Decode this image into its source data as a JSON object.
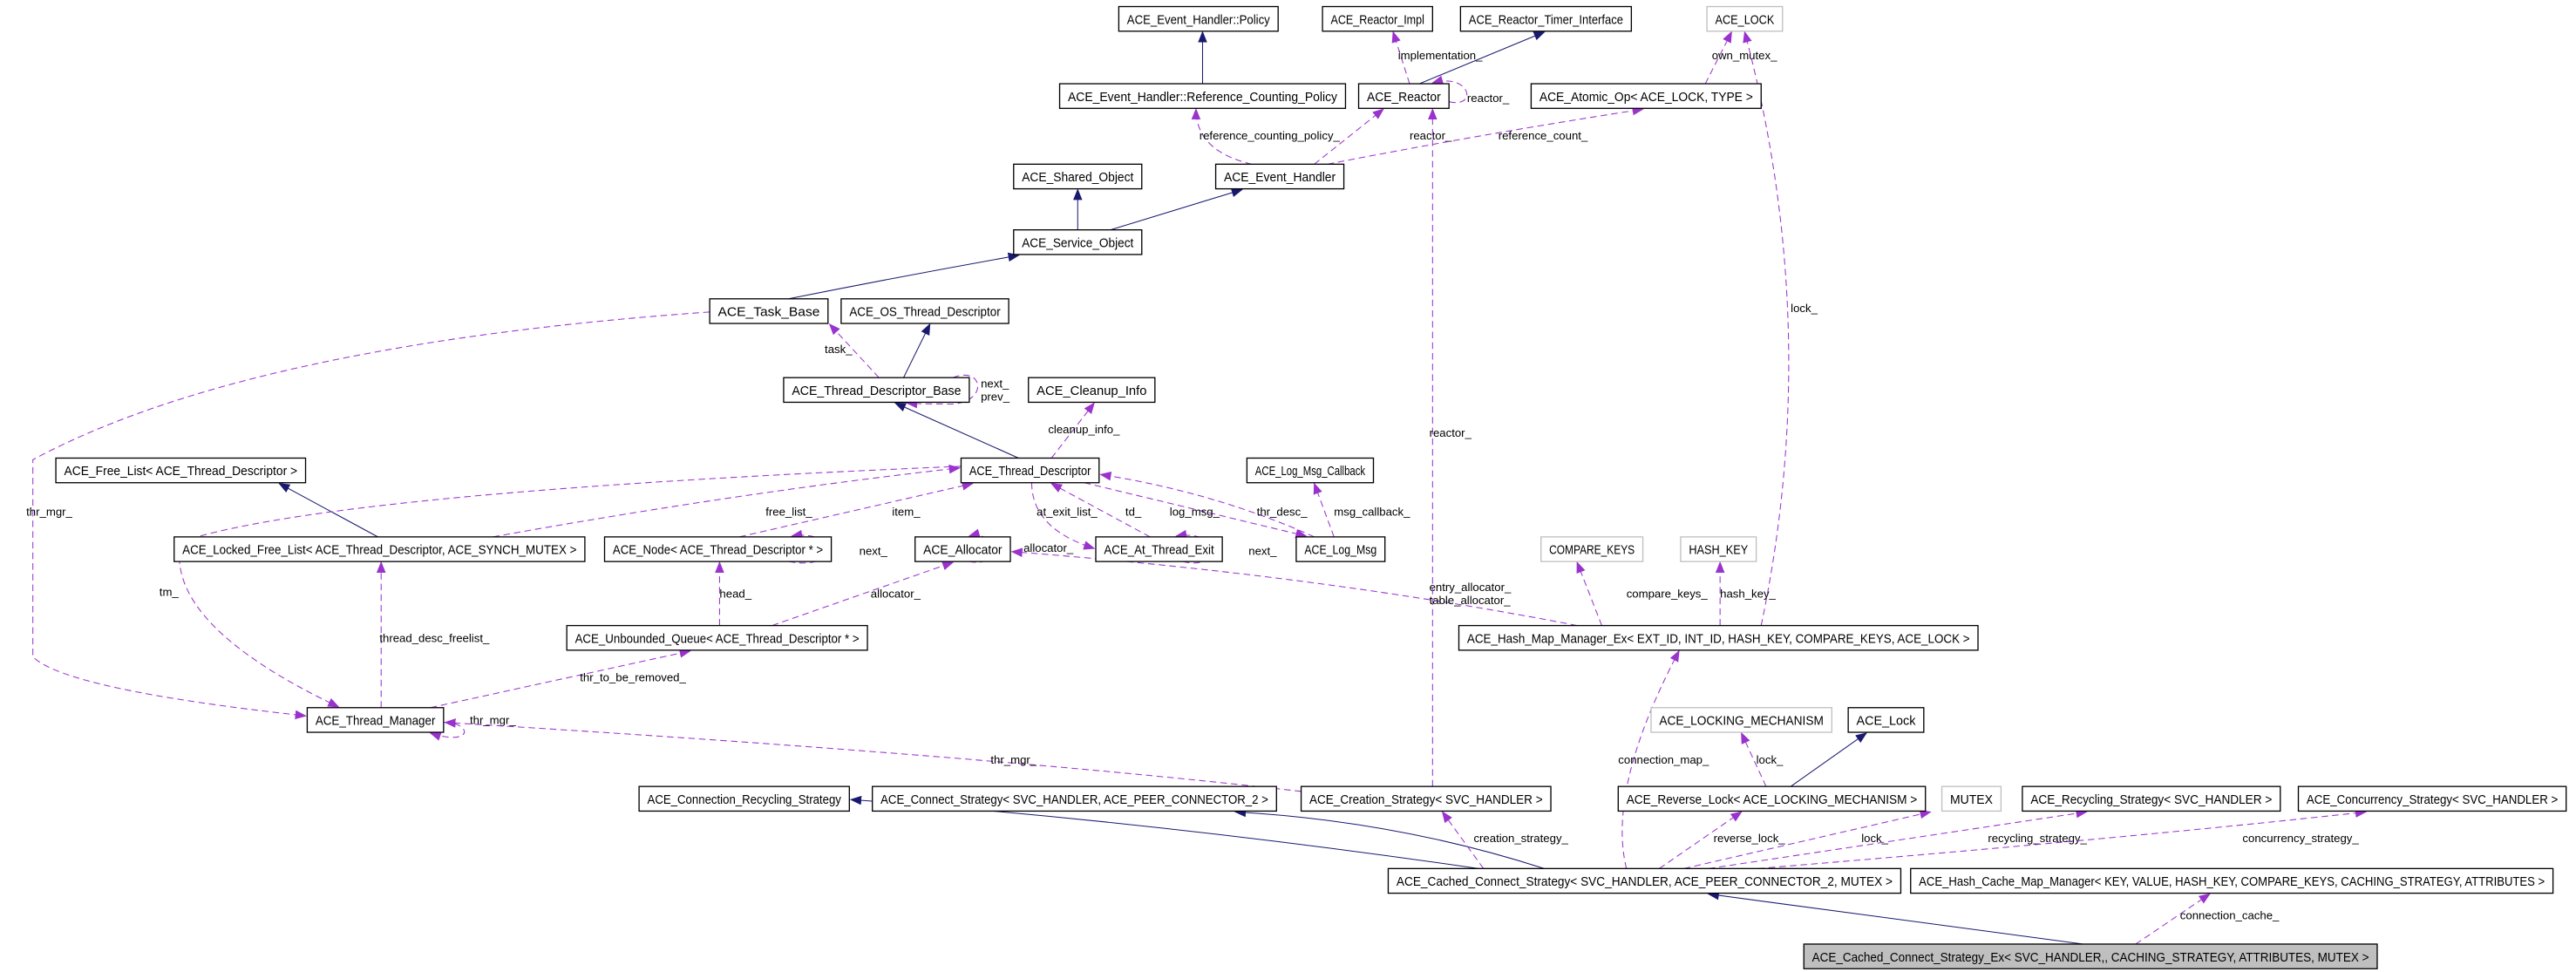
{
  "diagram": {
    "colors": {
      "inheritance": "#191970",
      "usage": "#9a32cd",
      "undocumented_border": "#bfbfbf",
      "focus_fill": "#bfbfbf"
    },
    "nodes": [
      {
        "label": "ACE_Event_Handler::Policy",
        "style": "normal"
      },
      {
        "label": "ACE_Reactor_Impl",
        "style": "normal"
      },
      {
        "label": "ACE_Reactor_Timer_Interface",
        "style": "normal"
      },
      {
        "label": "ACE_LOCK",
        "style": "gray"
      },
      {
        "label": "ACE_Event_Handler::Reference_Counting_Policy",
        "style": "normal"
      },
      {
        "label": "ACE_Reactor",
        "style": "normal"
      },
      {
        "label": "ACE_Atomic_Op< ACE_LOCK, TYPE >",
        "style": "normal"
      },
      {
        "label": "ACE_Shared_Object",
        "style": "normal"
      },
      {
        "label": "ACE_Event_Handler",
        "style": "normal"
      },
      {
        "label": "ACE_Service_Object",
        "style": "normal"
      },
      {
        "label": "ACE_Task_Base",
        "style": "normal"
      },
      {
        "label": "ACE_OS_Thread_Descriptor",
        "style": "normal"
      },
      {
        "label": "ACE_Thread_Descriptor_Base",
        "style": "normal"
      },
      {
        "label": "ACE_Cleanup_Info",
        "style": "normal"
      },
      {
        "label": "ACE_Free_List< ACE_Thread_Descriptor >",
        "style": "normal"
      },
      {
        "label": "ACE_Thread_Descriptor",
        "style": "normal"
      },
      {
        "label": "ACE_Log_Msg_Callback",
        "style": "normal"
      },
      {
        "label": "ACE_Locked_Free_List< ACE_Thread_Descriptor, ACE_SYNCH_MUTEX >",
        "style": "normal"
      },
      {
        "label": "ACE_Node< ACE_Thread_Descriptor * >",
        "style": "normal"
      },
      {
        "label": "ACE_Allocator",
        "style": "normal"
      },
      {
        "label": "ACE_At_Thread_Exit",
        "style": "normal"
      },
      {
        "label": "ACE_Log_Msg",
        "style": "normal"
      },
      {
        "label": "COMPARE_KEYS",
        "style": "gray"
      },
      {
        "label": "HASH_KEY",
        "style": "gray"
      },
      {
        "label": "ACE_Unbounded_Queue< ACE_Thread_Descriptor * >",
        "style": "normal"
      },
      {
        "label": "ACE_Hash_Map_Manager_Ex< EXT_ID, INT_ID, HASH_KEY, COMPARE_KEYS, ACE_LOCK >",
        "style": "normal"
      },
      {
        "label": "ACE_Thread_Manager",
        "style": "normal"
      },
      {
        "label": "ACE_LOCKING_MECHANISM",
        "style": "gray"
      },
      {
        "label": "ACE_Lock",
        "style": "normal"
      },
      {
        "label": "ACE_Connection_Recycling_Strategy",
        "style": "normal"
      },
      {
        "label": "ACE_Connect_Strategy< SVC_HANDLER, ACE_PEER_CONNECTOR_2 >",
        "style": "normal"
      },
      {
        "label": "ACE_Creation_Strategy< SVC_HANDLER >",
        "style": "normal"
      },
      {
        "label": "ACE_Reverse_Lock< ACE_LOCKING_MECHANISM >",
        "style": "normal"
      },
      {
        "label": "MUTEX",
        "style": "gray"
      },
      {
        "label": "ACE_Recycling_Strategy< SVC_HANDLER >",
        "style": "normal"
      },
      {
        "label": "ACE_Concurrency_Strategy< SVC_HANDLER >",
        "style": "normal"
      },
      {
        "label": "ACE_Cached_Connect_Strategy< SVC_HANDLER, ACE_PEER_CONNECTOR_2, MUTEX >",
        "style": "normal"
      },
      {
        "label": "ACE_Hash_Cache_Map_Manager< KEY, VALUE, HASH_KEY, COMPARE_KEYS, CACHING_STRATEGY, ATTRIBUTES >",
        "style": "normal"
      },
      {
        "label": "ACE_Cached_Connect_Strategy_Ex< SVC_HANDLER,, CACHING_STRATEGY, ATTRIBUTES, MUTEX >",
        "style": "highlight"
      }
    ],
    "edges": [
      {
        "kind": "inherit",
        "label": []
      },
      {
        "kind": "usage",
        "label": [
          "implementation_"
        ]
      },
      {
        "kind": "inherit",
        "label": []
      },
      {
        "kind": "usage",
        "label": [
          "reactor_"
        ]
      },
      {
        "kind": "usage",
        "label": [
          "own_mutex_"
        ]
      },
      {
        "kind": "usage",
        "label": [
          "reference_counting_policy_"
        ]
      },
      {
        "kind": "usage",
        "label": [
          "reactor_"
        ]
      },
      {
        "kind": "usage",
        "label": [
          "reference_count_"
        ]
      },
      {
        "kind": "inherit",
        "label": []
      },
      {
        "kind": "inherit",
        "label": []
      },
      {
        "kind": "inherit",
        "label": []
      },
      {
        "kind": "usage",
        "label": [
          "task_"
        ]
      },
      {
        "kind": "inherit",
        "label": []
      },
      {
        "kind": "usage",
        "label": [
          "next_",
          "prev_"
        ]
      },
      {
        "kind": "inherit",
        "label": []
      },
      {
        "kind": "usage",
        "label": [
          "cleanup_info_"
        ]
      },
      {
        "kind": "inherit",
        "label": []
      },
      {
        "kind": "usage",
        "label": [
          "free_list_"
        ]
      },
      {
        "kind": "usage",
        "label": [
          "item_"
        ]
      },
      {
        "kind": "usage",
        "label": [
          "next_"
        ]
      },
      {
        "kind": "usage",
        "label": [
          "allocator_"
        ]
      },
      {
        "kind": "usage",
        "label": [
          "td_"
        ]
      },
      {
        "kind": "usage",
        "label": [
          "at_exit_list_"
        ]
      },
      {
        "kind": "usage",
        "label": [
          "next_"
        ]
      },
      {
        "kind": "usage",
        "label": [
          "thr_desc_"
        ]
      },
      {
        "kind": "usage",
        "label": [
          "log_msg_"
        ]
      },
      {
        "kind": "usage",
        "label": [
          "msg_callback_"
        ]
      },
      {
        "kind": "usage",
        "label": [
          "head_"
        ]
      },
      {
        "kind": "usage",
        "label": [
          "allocator_"
        ]
      },
      {
        "kind": "usage",
        "label": [
          "entry_allocator_",
          "table_allocator_"
        ]
      },
      {
        "kind": "usage",
        "label": [
          "compare_keys_"
        ]
      },
      {
        "kind": "usage",
        "label": [
          "hash_key_"
        ]
      },
      {
        "kind": "usage",
        "label": [
          "lock_"
        ]
      },
      {
        "kind": "usage",
        "label": [
          "thr_mgr_"
        ]
      },
      {
        "kind": "usage",
        "label": [
          "tm_"
        ]
      },
      {
        "kind": "usage",
        "label": [
          "thread_desc_freelist_"
        ]
      },
      {
        "kind": "usage",
        "label": [
          "thr_to_be_removed_"
        ]
      },
      {
        "kind": "usage",
        "label": [
          "thr_mgr_"
        ]
      },
      {
        "kind": "usage",
        "label": [
          "thr_mgr_"
        ]
      },
      {
        "kind": "usage",
        "label": [
          "reactor_"
        ]
      },
      {
        "kind": "usage",
        "label": [
          "lock_"
        ]
      },
      {
        "kind": "inherit",
        "label": []
      },
      {
        "kind": "inherit",
        "label": []
      },
      {
        "kind": "inherit",
        "label": []
      },
      {
        "kind": "usage",
        "label": [
          "creation_strategy_"
        ]
      },
      {
        "kind": "usage",
        "label": [
          "connection_map_"
        ]
      },
      {
        "kind": "usage",
        "label": [
          "reverse_lock_"
        ]
      },
      {
        "kind": "usage",
        "label": [
          "lock_"
        ]
      },
      {
        "kind": "usage",
        "label": [
          "recycling_strategy_"
        ]
      },
      {
        "kind": "usage",
        "label": [
          "concurrency_strategy_"
        ]
      },
      {
        "kind": "inherit",
        "label": []
      },
      {
        "kind": "usage",
        "label": [
          "connection_cache_"
        ]
      }
    ]
  }
}
